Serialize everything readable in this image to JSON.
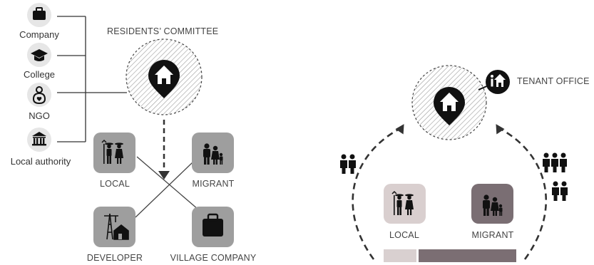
{
  "left_panel": {
    "stakeholders": [
      {
        "label": "Company",
        "icon": "briefcase-icon"
      },
      {
        "label": "College",
        "icon": "graduation-cap-icon"
      },
      {
        "label": "NGO",
        "icon": "ngo-heart-person-icon"
      },
      {
        "label": "Local authority",
        "icon": "government-building-icon"
      }
    ],
    "committee_label": "RESIDENTS’ COMMITTEE",
    "nodes": {
      "local": "LOCAL",
      "migrant": "MIGRANT",
      "developer": "DEVELOPER",
      "village_company": "VILLAGE COMPANY"
    }
  },
  "right_panel": {
    "tenant_office_label": "TENANT OFFICE",
    "local": "LOCAL",
    "migrant": "MIGRANT",
    "share_bar": {
      "local": 0.25,
      "migrant": 0.75
    }
  },
  "colors": {
    "dark": "#111111",
    "icon_tile": "#9e9e9e",
    "local_tile": "#d9cfcf",
    "migrant_tile": "#7a6e73",
    "bar_local": "#d9d0d0",
    "bar_migrant": "#7b6e73",
    "line": "#333333"
  }
}
